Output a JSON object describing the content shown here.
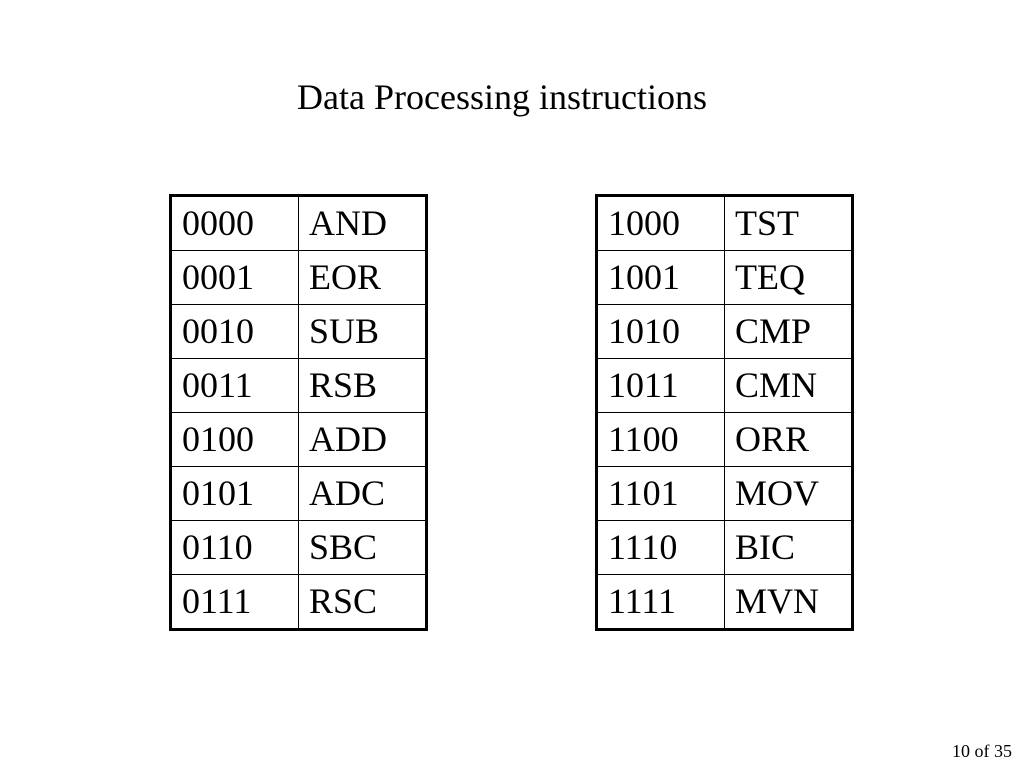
{
  "slide": {
    "title": "Data Processing instructions",
    "page_number": "10 of 35"
  },
  "tables": {
    "left": [
      {
        "code": "0000",
        "mnemonic": "AND"
      },
      {
        "code": "0001",
        "mnemonic": "EOR"
      },
      {
        "code": "0010",
        "mnemonic": "SUB"
      },
      {
        "code": "0011",
        "mnemonic": "RSB"
      },
      {
        "code": "0100",
        "mnemonic": "ADD"
      },
      {
        "code": "0101",
        "mnemonic": "ADC"
      },
      {
        "code": "0110",
        "mnemonic": "SBC"
      },
      {
        "code": "0111",
        "mnemonic": "RSC"
      }
    ],
    "right": [
      {
        "code": "1000",
        "mnemonic": "TST"
      },
      {
        "code": "1001",
        "mnemonic": "TEQ"
      },
      {
        "code": "1010",
        "mnemonic": "CMP"
      },
      {
        "code": "1011",
        "mnemonic": "CMN"
      },
      {
        "code": "1100",
        "mnemonic": "ORR"
      },
      {
        "code": "1101",
        "mnemonic": "MOV"
      },
      {
        "code": "1110",
        "mnemonic": "BIC"
      },
      {
        "code": "1111",
        "mnemonic": "MVN"
      }
    ]
  }
}
